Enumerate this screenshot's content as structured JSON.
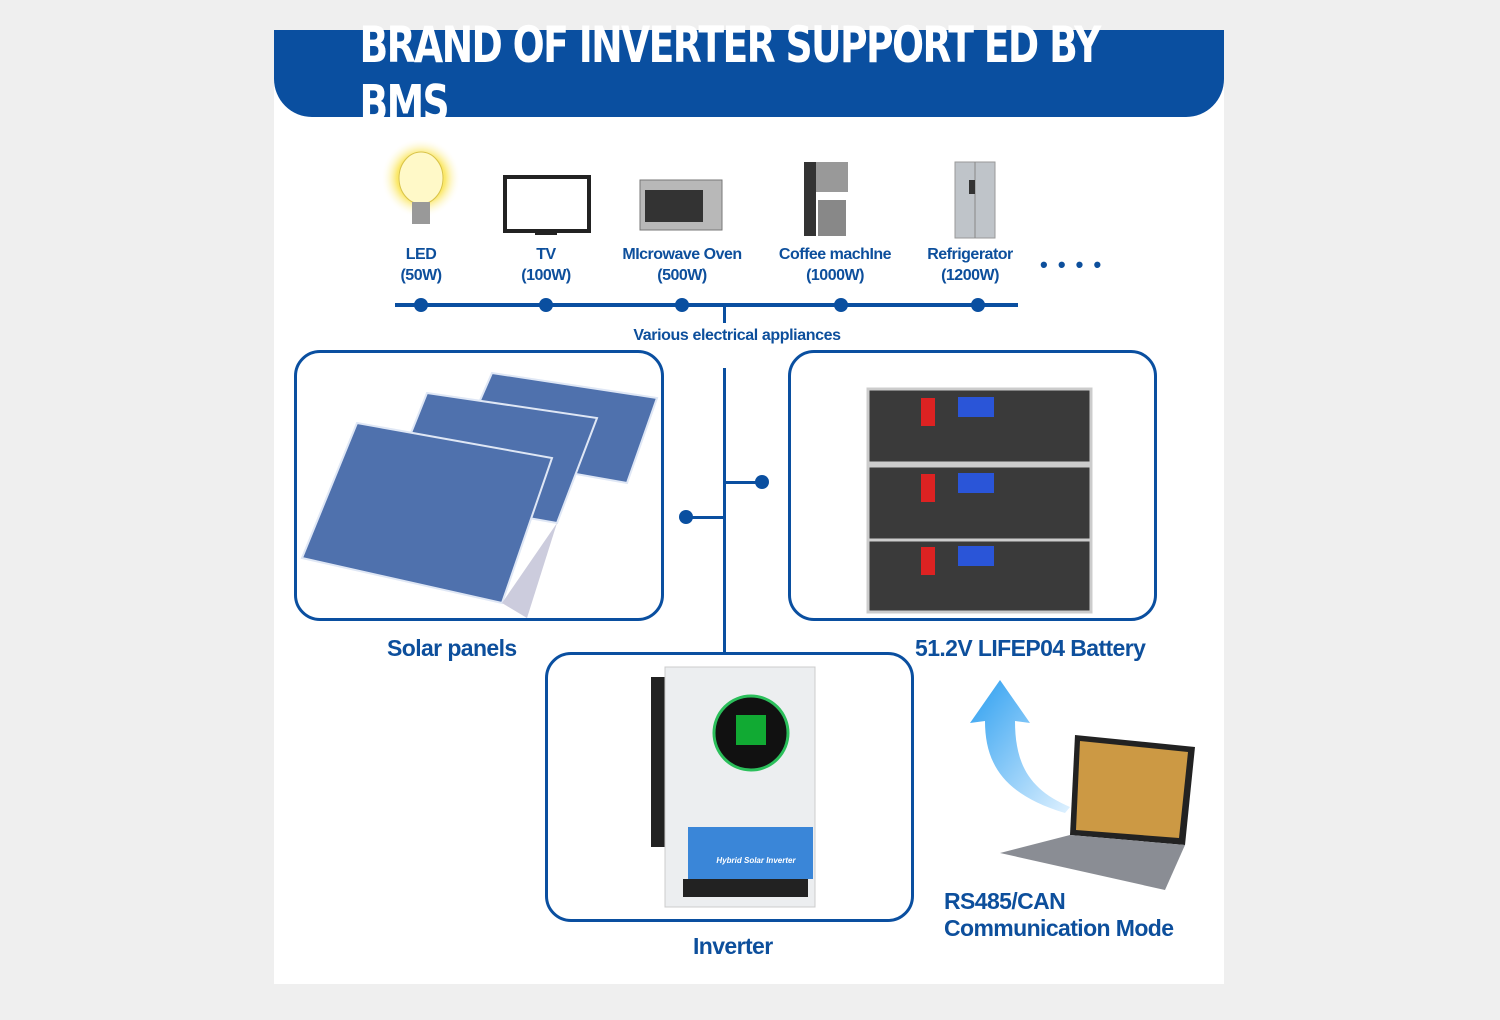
{
  "title": "BRAND OF INVERTER SUPPORT ED BY BMS",
  "appliances": [
    {
      "name": "LED",
      "power": "(50W)",
      "icon": "light-bulb-icon"
    },
    {
      "name": "TV",
      "power": "(100W)",
      "icon": "tv-icon"
    },
    {
      "name": "MIcrowave Oven",
      "power": "(500W)",
      "icon": "microwave-icon"
    },
    {
      "name": "Coffee machIne",
      "power": "(1000W)",
      "icon": "coffee-machine-icon"
    },
    {
      "name": "Refrigerator",
      "power": "(1200W)",
      "icon": "refrigerator-icon"
    }
  ],
  "more": "• • • •",
  "bus_label": "Various electrical appliances",
  "solar_label": "Solar panels",
  "battery_label": "51.2V LIFEP04 Battery",
  "inverter_label": "Inverter",
  "inverter_text": "Hybrid Solar Inverter",
  "comm_line1": "RS485/CAN",
  "comm_line2": "Communication Mode",
  "colors": {
    "brand": "#0a4fa0",
    "background": "#efefef"
  }
}
